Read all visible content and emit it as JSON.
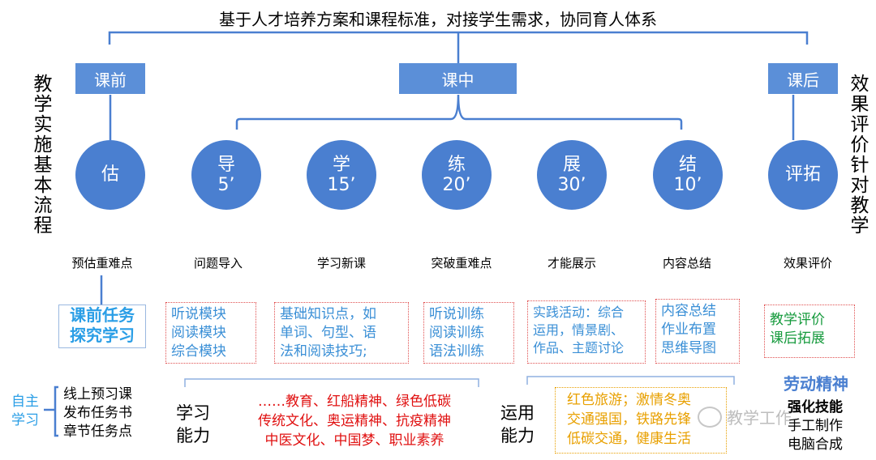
{
  "title": "基于人才培养方案和课程标准，对接学生需求，协同育人体系",
  "phases": {
    "pre": "课前",
    "in": "课中",
    "post": "课后"
  },
  "left_vertical": "教学实施基本流程",
  "right_vertical": "效果评价针对教学",
  "stages": [
    {
      "name": "估",
      "time": "",
      "label": "预估重难点"
    },
    {
      "name": "导",
      "time": "5’",
      "label": "问题导入"
    },
    {
      "name": "学",
      "time": "15’",
      "label": "学习新课"
    },
    {
      "name": "练",
      "time": "20’",
      "label": "突破重难点"
    },
    {
      "name": "展",
      "time": "30’",
      "label": "才能展示"
    },
    {
      "name": "结",
      "time": "10’",
      "label": "内容总结"
    },
    {
      "name": "评拓",
      "time": "",
      "label": "效果评价"
    }
  ],
  "pre_task": {
    "line1": "课前任务",
    "line2": "探究学习"
  },
  "self_study": {
    "label": "自主\n学习",
    "items": [
      "线上预习课",
      "发布任务书",
      "章节任务点"
    ]
  },
  "boxes": {
    "dao": [
      "听说模块",
      "阅读模块",
      "综合模块"
    ],
    "xue": [
      "基础知识点，如",
      "单词、句型、语",
      "法和阅读技巧;"
    ],
    "lian": [
      "听说训练",
      "阅读训练",
      "语法训练"
    ],
    "zhan": [
      "实践活动：综合",
      "运用，情景剧、",
      "作品、主题讨论"
    ],
    "jie": [
      "内容总结",
      "作业布置",
      "思维导图"
    ],
    "ping": [
      "教学评价",
      "课后拓展"
    ]
  },
  "learning_ability": {
    "label": "学习\n能力",
    "lines": [
      "……教育、红船精神、绿色低碳",
      "传统文化、奥运精神、抗疫精神",
      "中医文化、中国梦、职业素养"
    ]
  },
  "applied_ability": {
    "label": "运用\n能力",
    "lines": [
      "红色旅游；激情冬奥",
      "交通强国，铁路先锋",
      "低碳交通，健康生活"
    ]
  },
  "labor_spirit": "劳动精神",
  "skills": {
    "title": "强化技能",
    "lines": [
      "手工制作",
      "电脑合成"
    ]
  },
  "watermark": "教学工作"
}
